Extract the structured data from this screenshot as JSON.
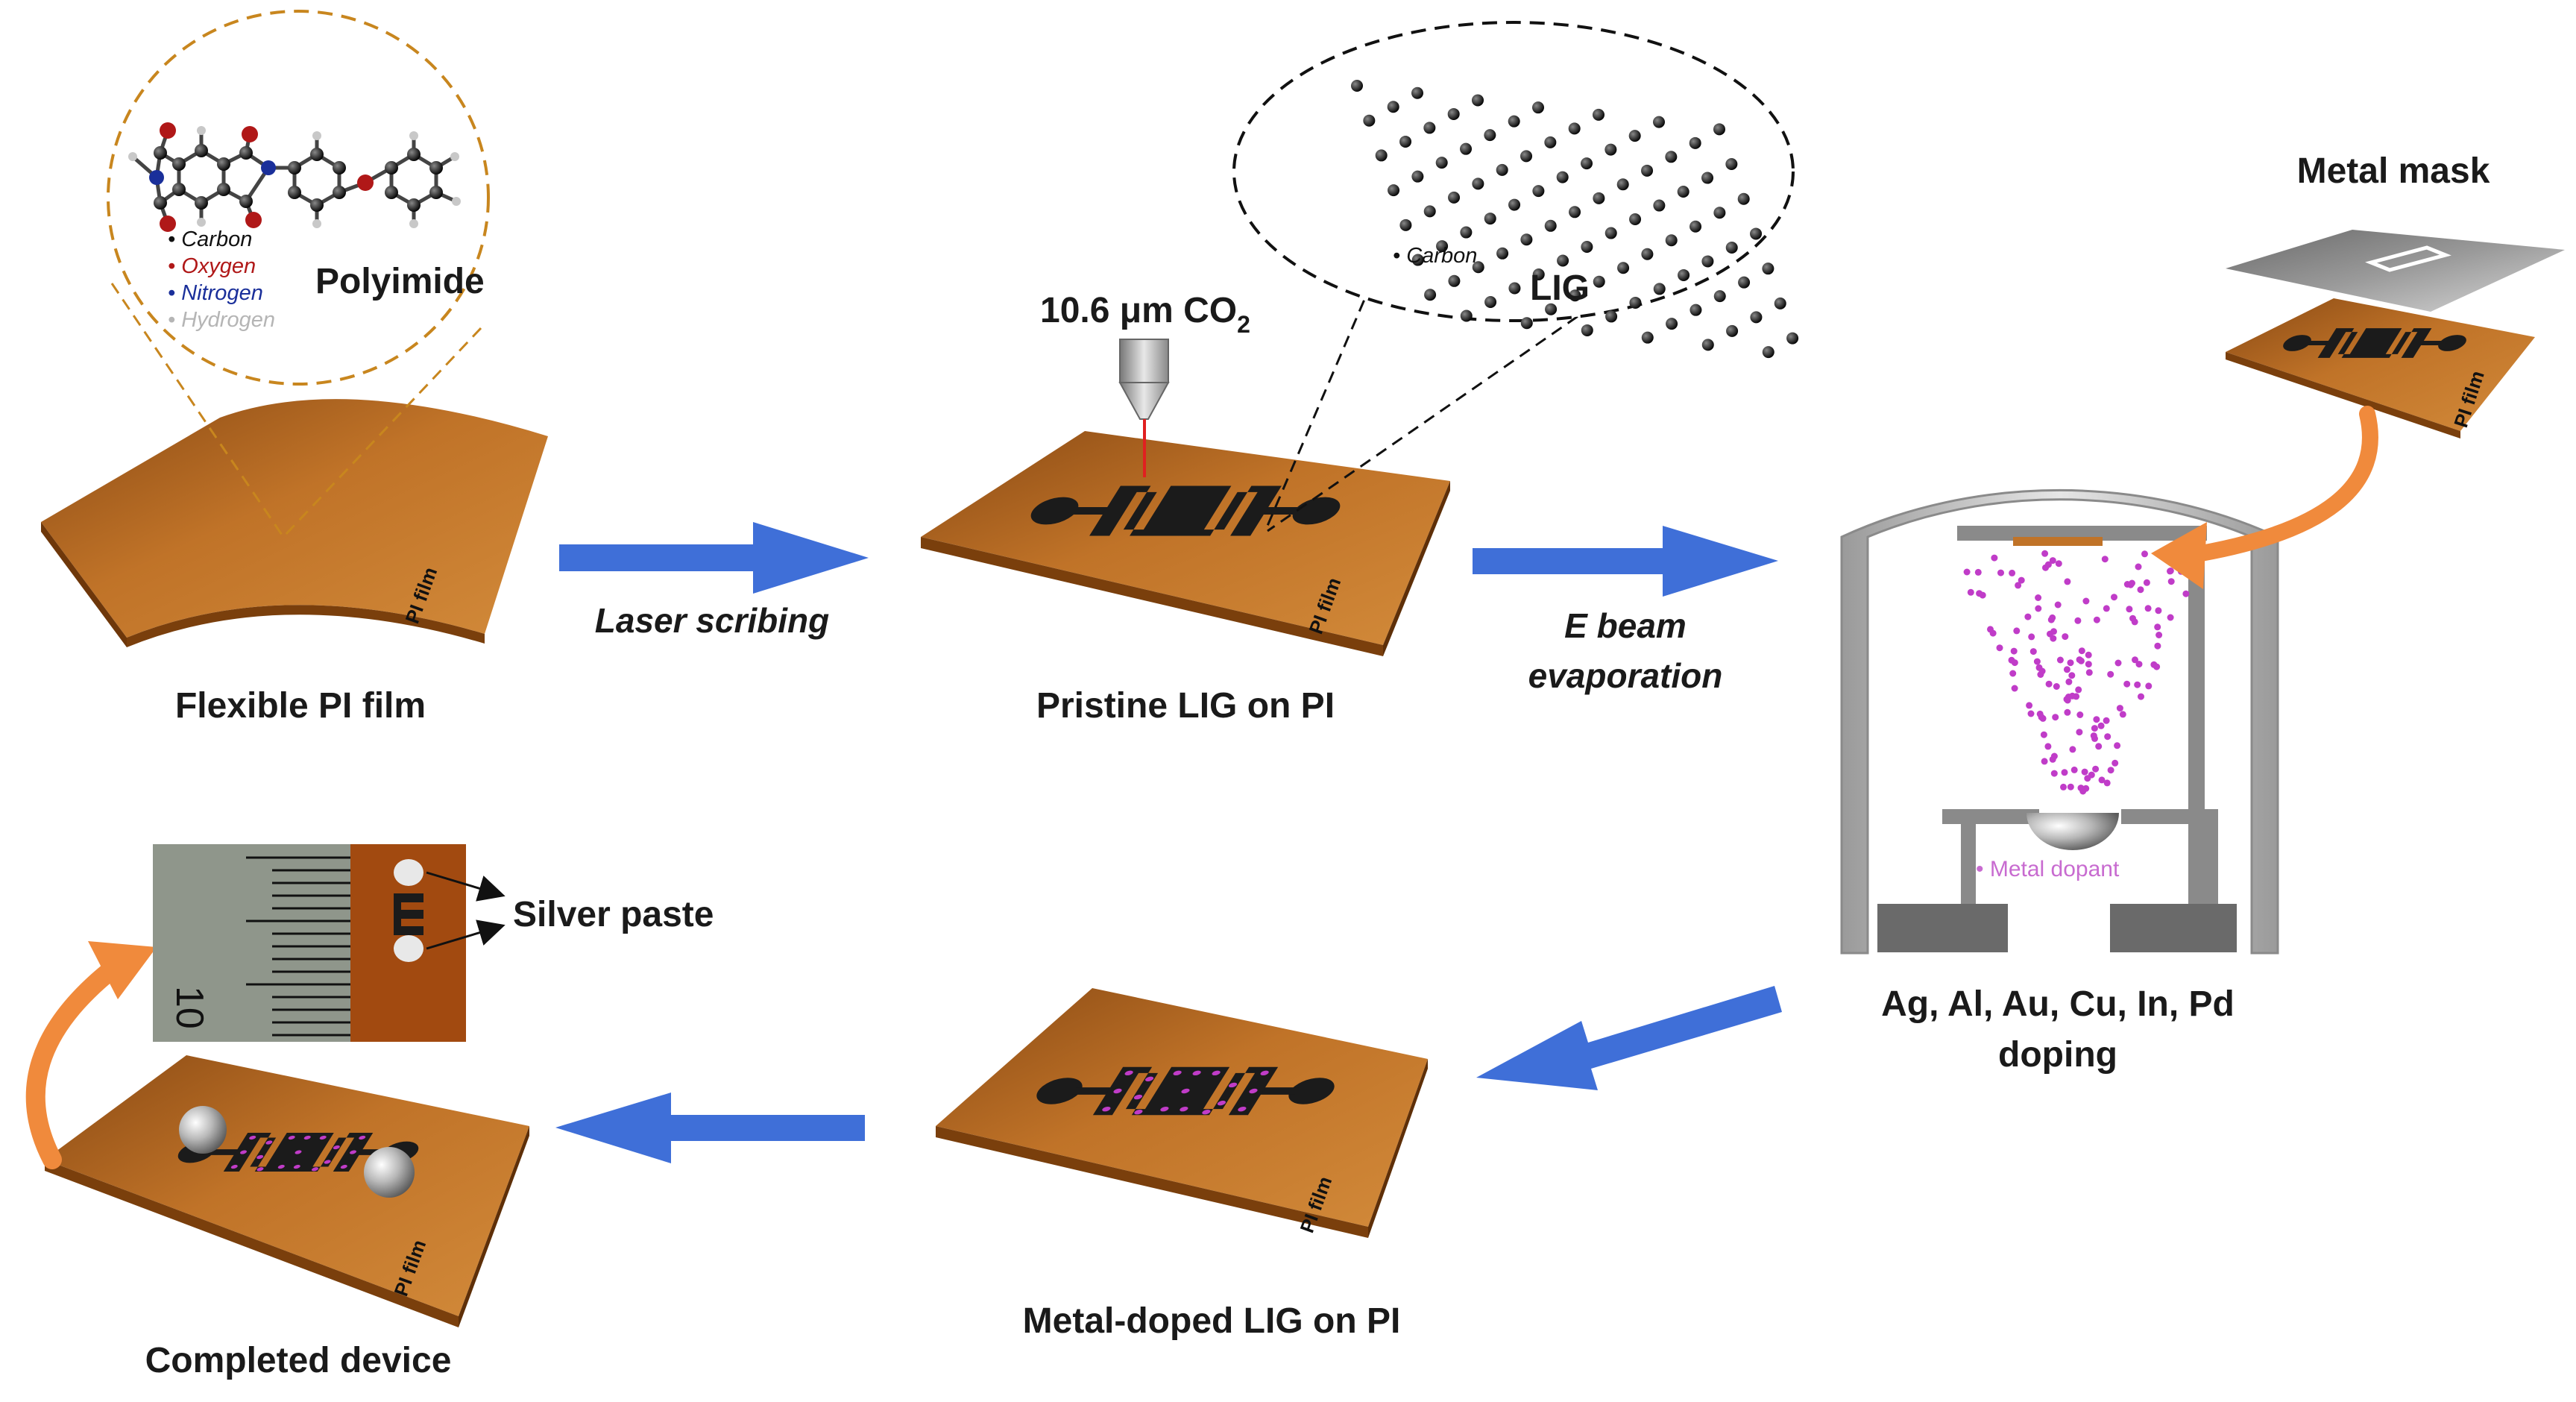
{
  "labels": {
    "flexible_pi_film": "Flexible PI film",
    "pristine_lig": "Pristine LIG on PI",
    "metal_doped_lig": "Metal-doped LIG on PI",
    "completed_device": "Completed device",
    "doping_line1": "Ag, Al, Au, Cu, In, Pd",
    "doping_line2": "doping",
    "metal_mask": "Metal mask",
    "silver_paste": "Silver paste",
    "laser_main": "10.6 μm CO",
    "laser_sub": "2",
    "polyimide": "Polyimide",
    "lig": "LIG",
    "pi_film": "PI film",
    "ruler_number": "10"
  },
  "steps": {
    "laser_scribing": "Laser scribing",
    "ebeam_line1": "E beam",
    "ebeam_line2": "evaporation"
  },
  "legend_polyimide": {
    "carbon": "• Carbon",
    "oxygen": "• Oxygen",
    "nitrogen": "• Nitrogen",
    "hydrogen": "• Hydrogen"
  },
  "legend_lig": {
    "carbon": "• Carbon"
  },
  "legend_chamber": {
    "metal_dopant": "• Metal dopant"
  },
  "colors": {
    "film": "#b86a1e",
    "film_edge": "#7a3f0c",
    "arrow_blue": "#3f6fd8",
    "arrow_orange": "#f08a3c",
    "dopant": "#c03cc8",
    "oxygen": "#b01818",
    "nitrogen": "#1a2f9a",
    "hydrogen": "#c8c8c8",
    "carbon": "#111111"
  }
}
